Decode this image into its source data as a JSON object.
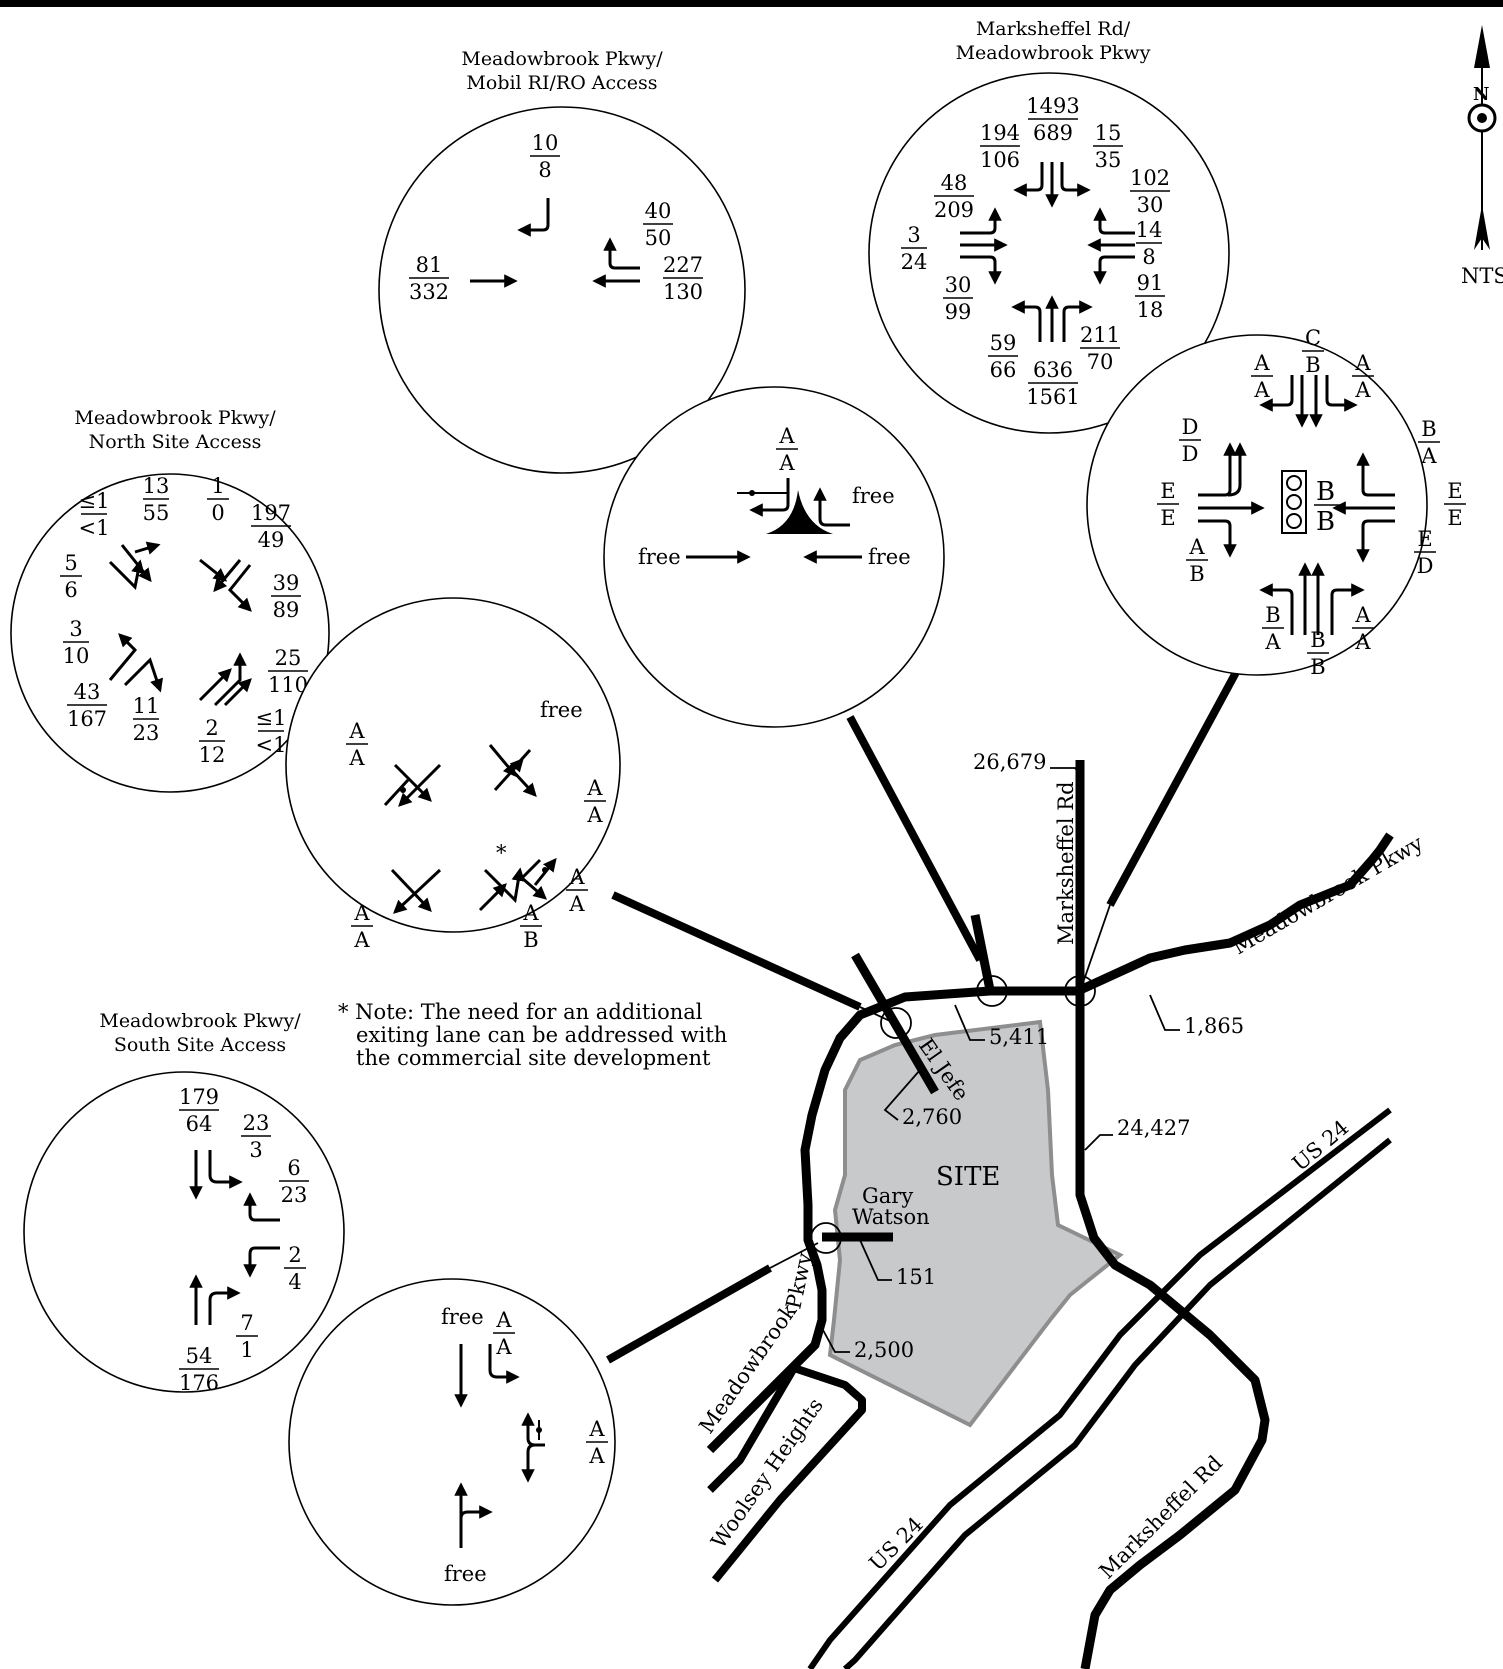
{
  "north_arrow": {
    "label": "NTS",
    "icon": "north-arrow-icon"
  },
  "roads": {
    "marksheffel_north": "Marksheffel Rd",
    "marksheffel_south": "Marksheffel Rd",
    "meadowbrook_east": "Meadowbrook Pkwy",
    "meadowbrook_west_1": "Meadowbrook",
    "meadowbrook_west_2": "Pkwy",
    "woolsey": "Woolsey Heights",
    "us24_north": "US 24",
    "us24_south": "US 24",
    "el_jefe": "El Jefe",
    "gary_watson_1": "Gary",
    "gary_watson_2": "Watson",
    "site": "SITE"
  },
  "daily_volumes": {
    "marksheffel_north": "26,679",
    "meadowbrook_east": "1,865",
    "meadowbrook_mid": "5,411",
    "marksheffel_south": "24,427",
    "el_jefe": "2,760",
    "gary_watson": "151",
    "meadowbrook_west": "2,500"
  },
  "intersections": {
    "mobil": {
      "title_1": "Meadowbrook Pkwy/",
      "title_2": "Mobil RI/RO Access",
      "volumes": {
        "sb_right_am": "10",
        "sb_right_pm": "8",
        "eb_thru_am": "81",
        "eb_thru_pm": "332",
        "wb_left_am": "40",
        "wb_left_pm": "50",
        "wb_thru_am": "227",
        "wb_thru_pm": "130"
      },
      "los": {
        "sb_1": "A",
        "sb_2": "A",
        "wb": "free",
        "eb": "free",
        "wb_thru": "free"
      }
    },
    "marksheffel": {
      "title_1": "Marksheffel Rd/",
      "title_2": "Meadowbrook Pkwy",
      "volumes": {
        "sb_thru_am": "1493",
        "sb_thru_pm": "689",
        "sb_right_am": "194",
        "sb_right_pm": "106",
        "sb_left_am": "15",
        "sb_left_pm": "35",
        "wb_left_am": "102",
        "wb_left_pm": "30",
        "wb_thru_am": "14",
        "wb_thru_pm": "8",
        "wb_right_am": "91",
        "wb_right_pm": "18",
        "eb_left_am": "48",
        "eb_left_pm": "209",
        "eb_thru_am": "3",
        "eb_thru_pm": "24",
        "eb_right_am": "30",
        "eb_right_pm": "99",
        "nb_left_am": "59",
        "nb_left_pm": "66",
        "nb_thru_am": "636",
        "nb_thru_pm": "1561",
        "nb_right_am": "211",
        "nb_right_pm": "70"
      },
      "los": {
        "sb_thru_1": "C",
        "sb_thru_2": "B",
        "sb_right_1": "A",
        "sb_right_2": "A",
        "sb_left_1": "A",
        "sb_left_2": "A",
        "eb_left_1": "D",
        "eb_left_2": "D",
        "eb_thru_1": "E",
        "eb_thru_2": "E",
        "eb_right_1": "A",
        "eb_right_2": "B",
        "wb_left_1": "B",
        "wb_left_2": "A",
        "wb_thru_1": "E",
        "wb_thru_2": "E",
        "wb_right_1": "E",
        "wb_right_2": "D",
        "nb_left_1": "B",
        "nb_left_2": "A",
        "nb_thru_1": "B",
        "nb_thru_2": "B",
        "nb_right_1": "A",
        "nb_right_2": "A",
        "overall_1": "B",
        "overall_2": "B"
      }
    },
    "north_site": {
      "title_1": "Meadowbrook Pkwy/",
      "title_2": "North Site Access",
      "volumes": {
        "a_am": "≤1",
        "a_pm": "<1",
        "b_am": "13",
        "b_pm": "55",
        "c_am": "1",
        "c_pm": "0",
        "d_am": "197",
        "d_pm": "49",
        "e_am": "5",
        "e_pm": "6",
        "f_am": "39",
        "f_pm": "89",
        "g_am": "3",
        "g_pm": "10",
        "h_am": "25",
        "h_pm": "110",
        "i_am": "43",
        "i_pm": "167",
        "j_am": "11",
        "j_pm": "23",
        "k_am": "2",
        "k_pm": "12",
        "l_am": "≤1",
        "l_pm": "<1"
      },
      "los": {
        "nw_1": "A",
        "nw_2": "A",
        "ne_label": "free",
        "ne_1": "A",
        "ne_2": "A",
        "sw_1": "A",
        "sw_2": "A",
        "se_1": "A",
        "se_2": "A",
        "se_b_1": "A",
        "se_b_2": "B",
        "asterisk": "*"
      },
      "note_1": "* Note:  The need for an additional",
      "note_2": "exiting lane can be addressed with",
      "note_3": "the commercial site development"
    },
    "south_site": {
      "title_1": "Meadowbrook Pkwy/",
      "title_2": "South Site Access",
      "volumes": {
        "sb_thru_am": "179",
        "sb_thru_pm": "64",
        "sb_right_am": "23",
        "sb_right_pm": "3",
        "wb_left_am": "6",
        "wb_left_pm": "23",
        "wb_right_am": "2",
        "wb_right_pm": "4",
        "nb_left_am": "7",
        "nb_left_pm": "1",
        "nb_thru_am": "54",
        "nb_thru_pm": "176"
      },
      "los": {
        "sb_free": "free",
        "sb_1": "A",
        "sb_2": "A",
        "wb_1": "A",
        "wb_2": "A",
        "nb_free": "free"
      }
    }
  }
}
